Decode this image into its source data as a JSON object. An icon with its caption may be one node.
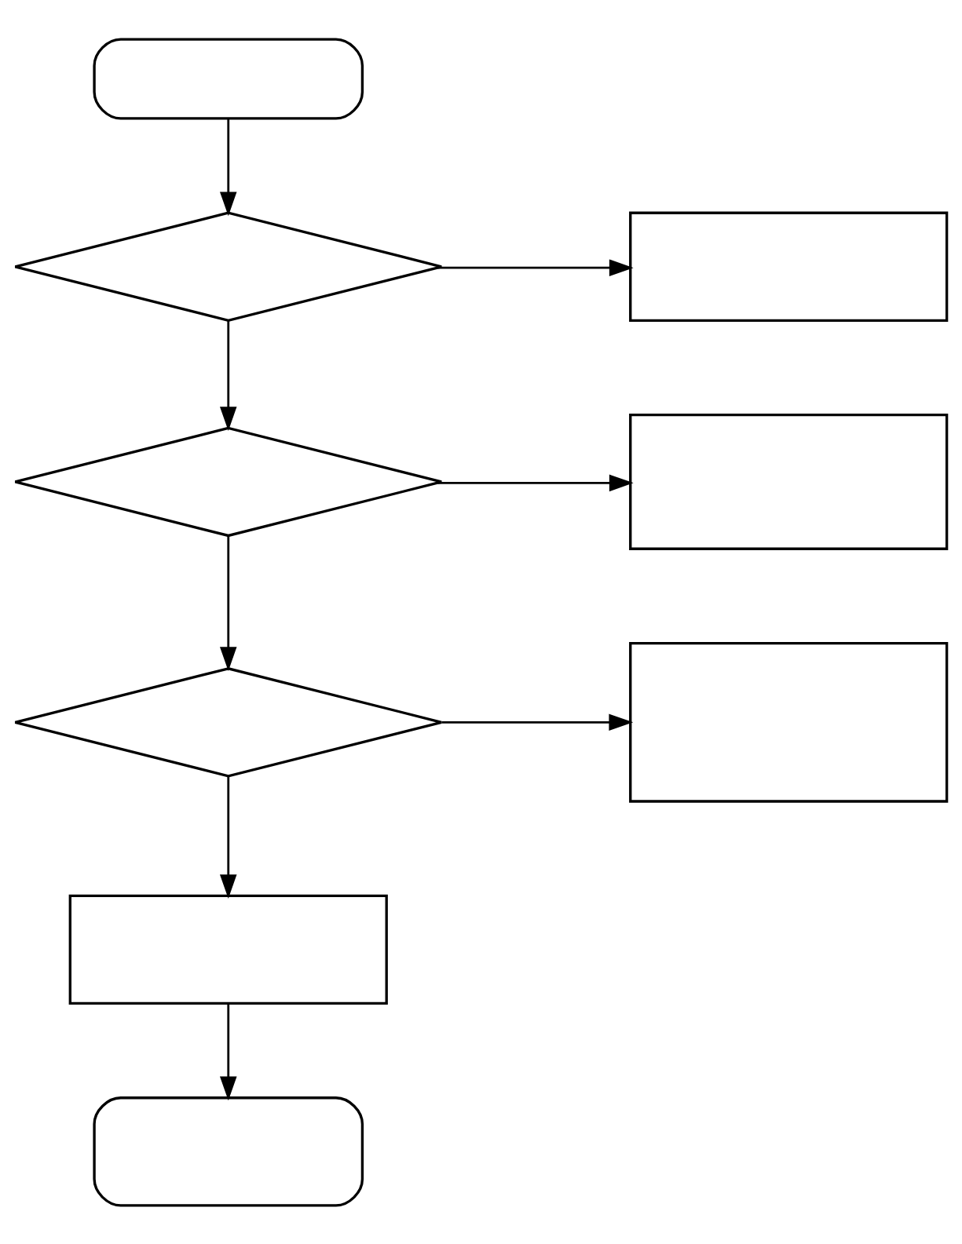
{
  "diagram": {
    "nodes": [
      {
        "text": [],
        "shape": "box"
      },
      {
        "text": [],
        "shape": "diamond"
      },
      {
        "text": [],
        "shape": "box"
      },
      {
        "text": [],
        "shape": "diamond"
      },
      {
        "text": [],
        "shape": "box"
      },
      {
        "text": [],
        "shape": "diamond"
      },
      {
        "text": [],
        "shape": "box"
      },
      {
        "text": [],
        "shape": "box"
      },
      {
        "text": [],
        "shape": "box"
      }
    ],
    "edges": [
      {
        "from": 0,
        "to": 1,
        "arrow": "to"
      },
      {
        "from": 1,
        "to": 2,
        "arrow": "to"
      },
      {
        "from": 1,
        "to": 3,
        "arrow": "to"
      },
      {
        "from": 3,
        "to": 4,
        "arrow": "to"
      },
      {
        "from": 3,
        "to": 5,
        "arrow": "to"
      },
      {
        "from": 5,
        "to": 6,
        "arrow": "to"
      },
      {
        "from": 5,
        "to": 7,
        "arrow": "to"
      },
      {
        "from": 7,
        "to": 8,
        "arrow": "to"
      }
    ]
  }
}
